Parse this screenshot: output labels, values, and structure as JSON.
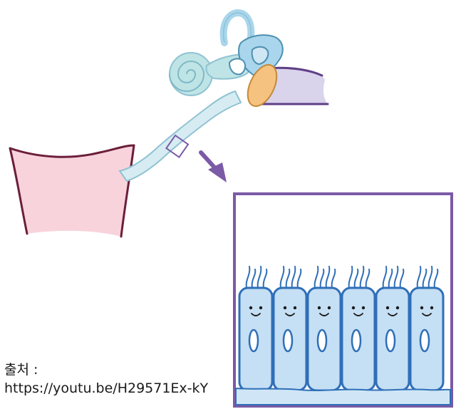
{
  "caption": {
    "source_label": "출처 :",
    "source_url": "https://youtu.be/H29571Ex-kY"
  },
  "colors": {
    "throat": "#f8d3dc",
    "throat_outline": "#6b1e3a",
    "tube": "#d6ecf2",
    "tube_outline": "#8fc2d2",
    "inner_ear": "#bfe4e6",
    "ossicles": "#a9d6ec",
    "ear_canal": "#d9d3ec",
    "canal_outline": "#5f3f86",
    "eardrum": "#f5c27f",
    "accent_purple": "#7b5aa6",
    "cell_fill": "#c5dff4",
    "cell_outline": "#2f6fb8",
    "nucleus": "#ffffff"
  },
  "cells": [
    {
      "expression": "smile"
    },
    {
      "expression": "smile"
    },
    {
      "expression": "smile"
    },
    {
      "expression": "smile"
    },
    {
      "expression": "smile"
    },
    {
      "expression": "smile"
    }
  ]
}
